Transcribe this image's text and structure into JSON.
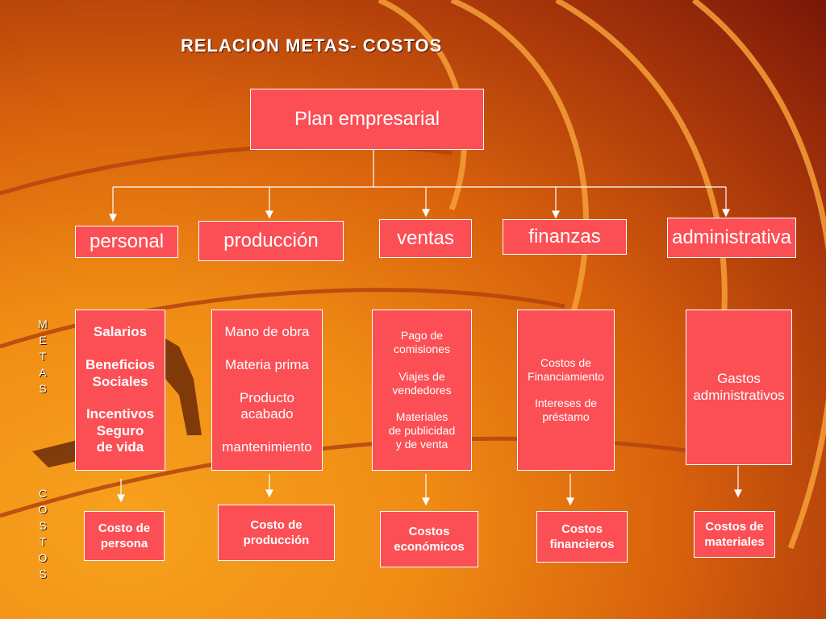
{
  "title": "RELACION METAS- COSTOS",
  "root": "Plan empresarial",
  "departments": [
    "personal",
    "producción",
    "ventas",
    "finanzas",
    "administrativa"
  ],
  "metas_letters": [
    "M",
    "E",
    "T",
    "A",
    "S"
  ],
  "costos_letters": [
    "C",
    "O",
    "S",
    "T",
    "O",
    "S"
  ],
  "details": [
    "Salarios\n\nBeneficios\nSociales\n\nIncentivos\nSeguro\nde vida",
    "Mano de obra\n\nMateria prima\n\nProducto\nacabado\n\nmantenimiento",
    "Pago de\ncomisiones\n\nViajes de\nvendedores\n\nMateriales\nde publicidad\ny de venta",
    "Costos de\nFinanciamiento\n\nIntereses de\npréstamo",
    "Gastos\nadministrativos"
  ],
  "costs": [
    "Costo de\npersona",
    "Costo de\nproducción",
    "Costos\neconómicos",
    "Costos\nfinancieros",
    "Costos de\nmateriales"
  ],
  "colors": {
    "box": "#fb4f55",
    "border": "#ffffff",
    "accent_curve": "#f8a53a"
  }
}
